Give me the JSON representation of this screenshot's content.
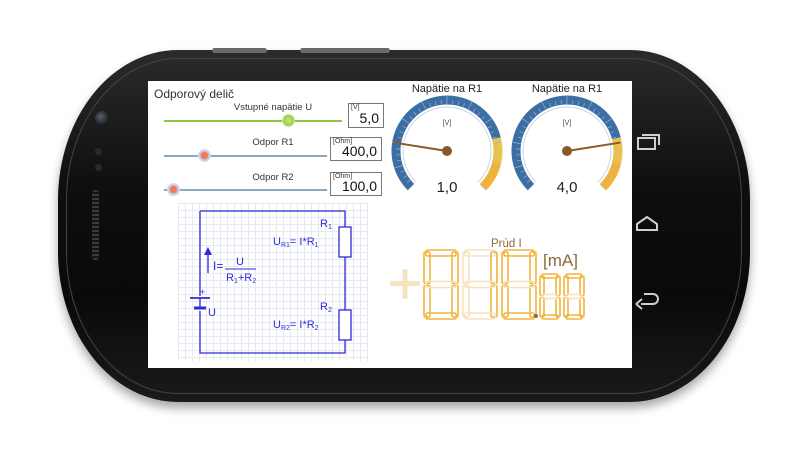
{
  "app": {
    "title": "Odporový delič"
  },
  "controls": [
    {
      "label": "Vstupné napätie U",
      "unit": "[V]",
      "value": "5,0",
      "fraction": 0.72,
      "accent": "#8dc63f"
    },
    {
      "label": "Odpor R1",
      "unit": "[Ohm]",
      "value": "400,0",
      "fraction": 0.23,
      "accent": "#f47a55"
    },
    {
      "label": "Odpor R2",
      "unit": "[Ohm]",
      "value": "100,0",
      "fraction": 0.05,
      "accent": "#f47a55"
    }
  ],
  "circuit": {
    "r1": "R",
    "r1_sub": "1",
    "r2": "R",
    "r2_sub": "2",
    "u": "U",
    "ur1_eq": "U",
    "ur1_sub": "R1",
    "ur1_rhs": "= I*R",
    "ur1_rhs_sub": "1",
    "ur2_eq": "U",
    "ur2_sub": "R2",
    "ur2_rhs": "= I*R",
    "ur2_rhs_sub": "2",
    "current_lhs": "I=",
    "current_num": "U",
    "current_den_a": "R",
    "current_den_a_sub": "1",
    "current_den_plus": "+",
    "current_den_b": "R",
    "current_den_b_sub": "2",
    "battery_plus": "+"
  },
  "gauges": [
    {
      "title": "Napätie na R1",
      "unit": "[V]",
      "value": "1,0",
      "needle_fraction": 0.2
    },
    {
      "title": "Napätie na R1",
      "unit": "[V]",
      "value": "4,0",
      "needle_fraction": 0.8
    }
  ],
  "current_display": {
    "title": "Prúd I",
    "unit": "[mA]",
    "value": 10.0
  },
  "colors": {
    "circuit_wire": "#2b2bdb",
    "gauge_arc": "#3a6ea5",
    "gauge_warn": "#f5b335",
    "segment_on": "#f2b43c",
    "segment_off": "#f6e3bf"
  }
}
